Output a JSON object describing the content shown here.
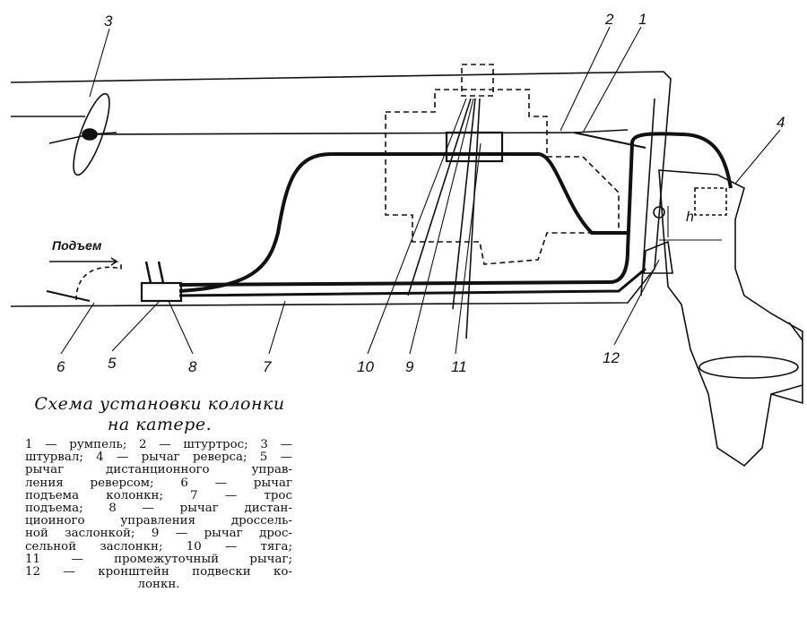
{
  "diagram": {
    "callouts": [
      "1",
      "2",
      "3",
      "4",
      "5",
      "6",
      "7",
      "8",
      "9",
      "10",
      "11",
      "12"
    ],
    "lift_label": "Подъем",
    "dimension_label": "h"
  },
  "caption": {
    "title_lines": [
      "Схема установки колонки",
      "на катере."
    ],
    "legend_lines": [
      "1 — румпель; 2 — штуртрос; 3 —",
      "штурвал; 4 — рычаг реверса; 5 —",
      "рычаг дистанционного управ-",
      "ления реверсом; 6 — рычаг",
      "подъема колонкн; 7 — трос",
      "подъема; 8 — рычаг дистан-",
      "циоиного управления дроссель-",
      "ной заслонкой; 9 — рычаг дрос-",
      "сельной заслонкн; 10 — тяга;",
      "11 — промежуточный рычаг;",
      "12 — кронштейн подвески ко-",
      "лонкн."
    ]
  }
}
